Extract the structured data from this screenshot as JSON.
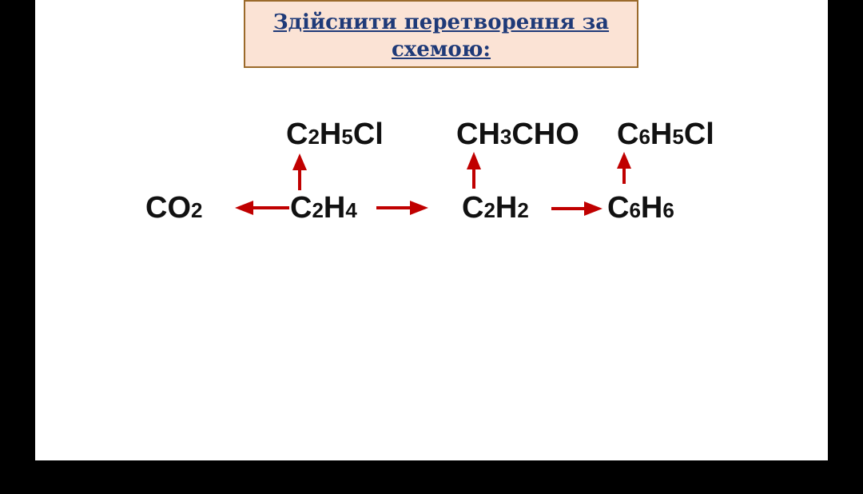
{
  "title": {
    "line1": "Здійснити перетворення за",
    "line2": "схемою:"
  },
  "colors": {
    "arrow": "#c00000",
    "title_text": "#1f3a78",
    "title_bg": "#fbe3d5",
    "title_border": "#9b6a2b"
  },
  "formulas": {
    "co2": [
      {
        "t": "CO",
        "s": false
      },
      {
        "t": "2",
        "s": true
      }
    ],
    "c2h4": [
      {
        "t": "C",
        "s": false
      },
      {
        "t": "2",
        "s": true
      },
      {
        "t": "H",
        "s": false
      },
      {
        "t": "4",
        "s": true
      }
    ],
    "c2h5cl": [
      {
        "t": "C",
        "s": false
      },
      {
        "t": "2",
        "s": true
      },
      {
        "t": "H",
        "s": false
      },
      {
        "t": "5",
        "s": true
      },
      {
        "t": "Cl",
        "s": false
      }
    ],
    "c2h2": [
      {
        "t": "C",
        "s": false
      },
      {
        "t": "2",
        "s": true
      },
      {
        "t": "H",
        "s": false
      },
      {
        "t": "2",
        "s": true
      }
    ],
    "ch3cho": [
      {
        "t": "CH",
        "s": false
      },
      {
        "t": "3",
        "s": true
      },
      {
        "t": "CHO",
        "s": false
      }
    ],
    "c6h6": [
      {
        "t": "C",
        "s": false
      },
      {
        "t": "6",
        "s": true
      },
      {
        "t": "H",
        "s": false
      },
      {
        "t": "6",
        "s": true
      }
    ],
    "c6h5cl": [
      {
        "t": "C",
        "s": false
      },
      {
        "t": "6",
        "s": true
      },
      {
        "t": "H",
        "s": false
      },
      {
        "t": "5",
        "s": true
      },
      {
        "t": "Cl",
        "s": false
      }
    ]
  }
}
